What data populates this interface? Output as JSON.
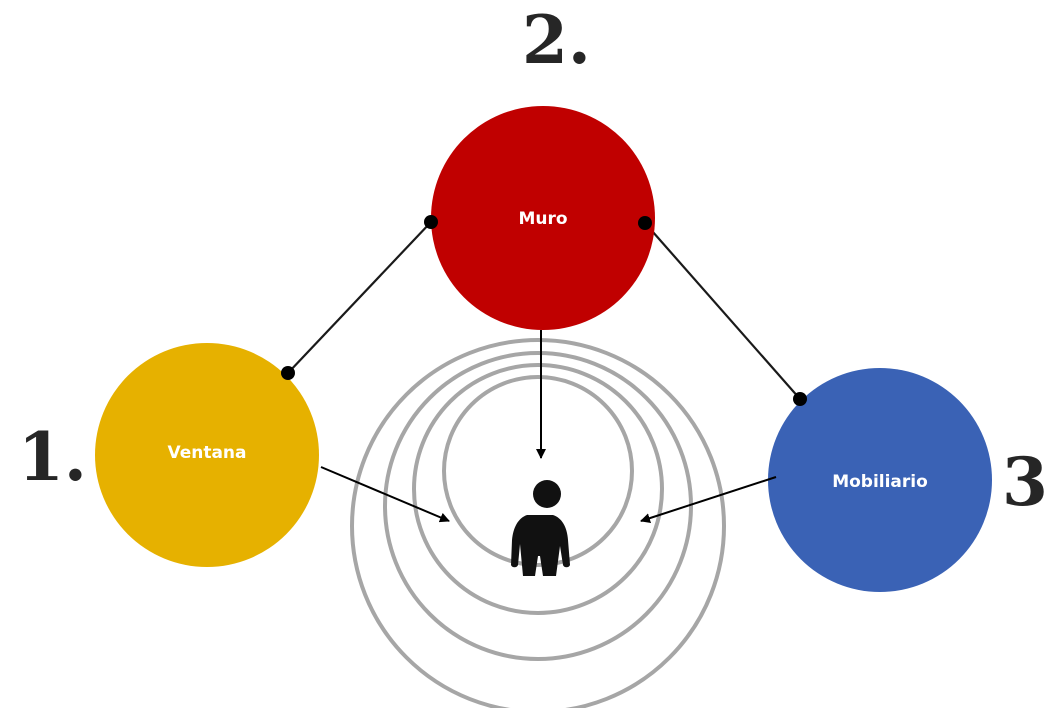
{
  "nodes": {
    "ventana": {
      "label": "Ventana",
      "color": "#E6B100"
    },
    "muro": {
      "label": "Muro",
      "color": "#C00000"
    },
    "mobiliario": {
      "label": "Mobiliario",
      "color": "#3A62B5"
    }
  },
  "numbers": {
    "first": "1.",
    "second": "2.",
    "third": "3."
  },
  "icons": {
    "center": "person-icon"
  },
  "colors": {
    "rings": "#A6A6A6",
    "connectors": "#1A1A1A",
    "numbers": "#262626"
  }
}
